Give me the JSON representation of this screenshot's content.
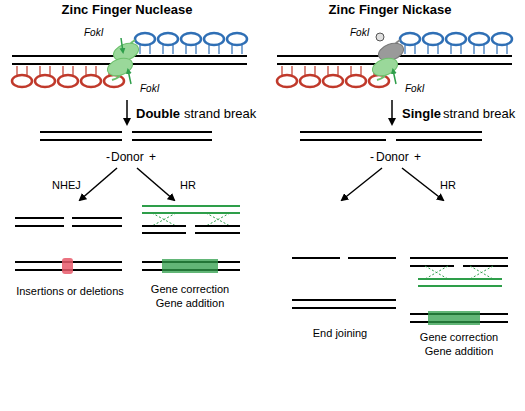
{
  "diagram": {
    "labels": [
      "Zinc Finger Nuclease",
      "Zinc Finger Nickase",
      "FokI",
      "FokI",
      "FokI",
      "FokI",
      "Double",
      "strand break",
      "Single",
      "strand break",
      "-",
      "Donor",
      "+",
      "-",
      "Donor",
      "+",
      "NHEJ",
      "HR",
      "HR",
      "Insertions or deletions",
      "Gene correction Gene addition",
      "End joining",
      "Gene correction Gene addition"
    ]
  }
}
